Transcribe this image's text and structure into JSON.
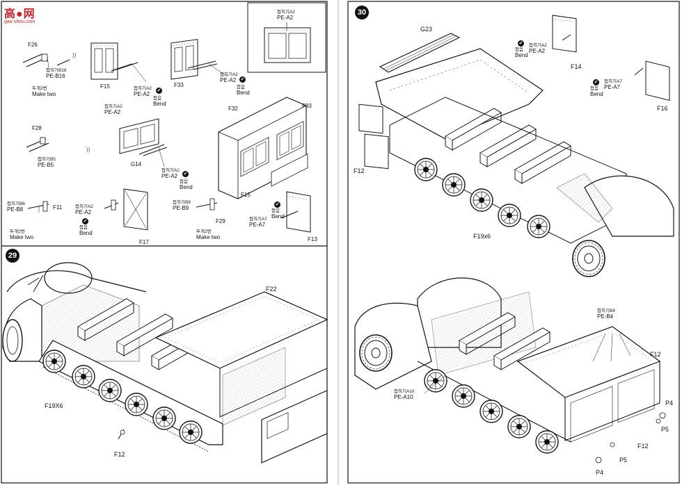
{
  "watermark": {
    "logo": "高●网",
    "url": "gao-shou.com"
  },
  "step_numbers": {
    "left": "29",
    "right": "30"
  },
  "inset": {
    "ko": "접히기A2",
    "part": "PE-A2"
  },
  "sub_steps": {
    "f26": {
      "part": "F26",
      "ko": "접히기B16",
      "pe": "PE-B16",
      "note_ko": "두개2번",
      "note": "Make two",
      "panel": "F15"
    },
    "f33a": {
      "part": "F33",
      "ko": "접히기A2",
      "pe": "PE-A2",
      "ko2": "접음",
      "bend": "Bend"
    },
    "f15a": {
      "ko": "접히기A2",
      "pe": "PE-A2",
      "ko2": "접음",
      "bend": "Bend"
    },
    "mid": {
      "ko": "접히기A2",
      "pe": "PE-A2"
    },
    "f28": {
      "part": "F28",
      "ko": "접히기B5",
      "pe": "PE-B5"
    },
    "g14": {
      "part": "G14",
      "ko": "접히기A2",
      "pe": "PE-A2",
      "ko2": "접음",
      "bend": "Bend"
    },
    "sides": {
      "f32": "F32",
      "f33": "F33",
      "f15": "F15"
    },
    "f11": {
      "ko": "접히기B8",
      "pe": "PE-B8",
      "part": "F11",
      "note_ko": "두개2번",
      "note": "Make two"
    },
    "f17": {
      "ko": "접히기A2",
      "pe": "PE-A2",
      "ko2": "접음",
      "bend": "Bend",
      "part": "F17"
    },
    "f29": {
      "ko": "접히기B9",
      "pe": "PE-B9",
      "part": "F29",
      "note_ko": "두개2번",
      "note": "Make two"
    },
    "f13": {
      "ko": "접히기A7",
      "pe": "PE-A7",
      "ko2": "접음",
      "bend": "Bend",
      "part": "F13"
    }
  },
  "step29": {
    "f22": "F22",
    "f19": "F19X6",
    "f12": "F12"
  },
  "step30": {
    "g23": "G23",
    "f14": {
      "ko": "접히기A2",
      "pe": "PE-A2",
      "ko2": "접음",
      "bend": "Bend",
      "part": "F14"
    },
    "f16": {
      "ko": "접히기A7",
      "pe": "PE-A7",
      "ko2": "접음",
      "bend": "Bend",
      "part": "F16"
    },
    "f12": "F12",
    "f19": "F19x6",
    "b4": {
      "ko": "접히기B4",
      "pe": "PE-B4"
    },
    "a10": {
      "ko": "접히기A10",
      "pe": "PE-A10"
    },
    "f12b": "F12",
    "f12c": "F12",
    "p4a": "P4",
    "p5a": "P5",
    "p4b": "P4",
    "p5b": "P5"
  }
}
